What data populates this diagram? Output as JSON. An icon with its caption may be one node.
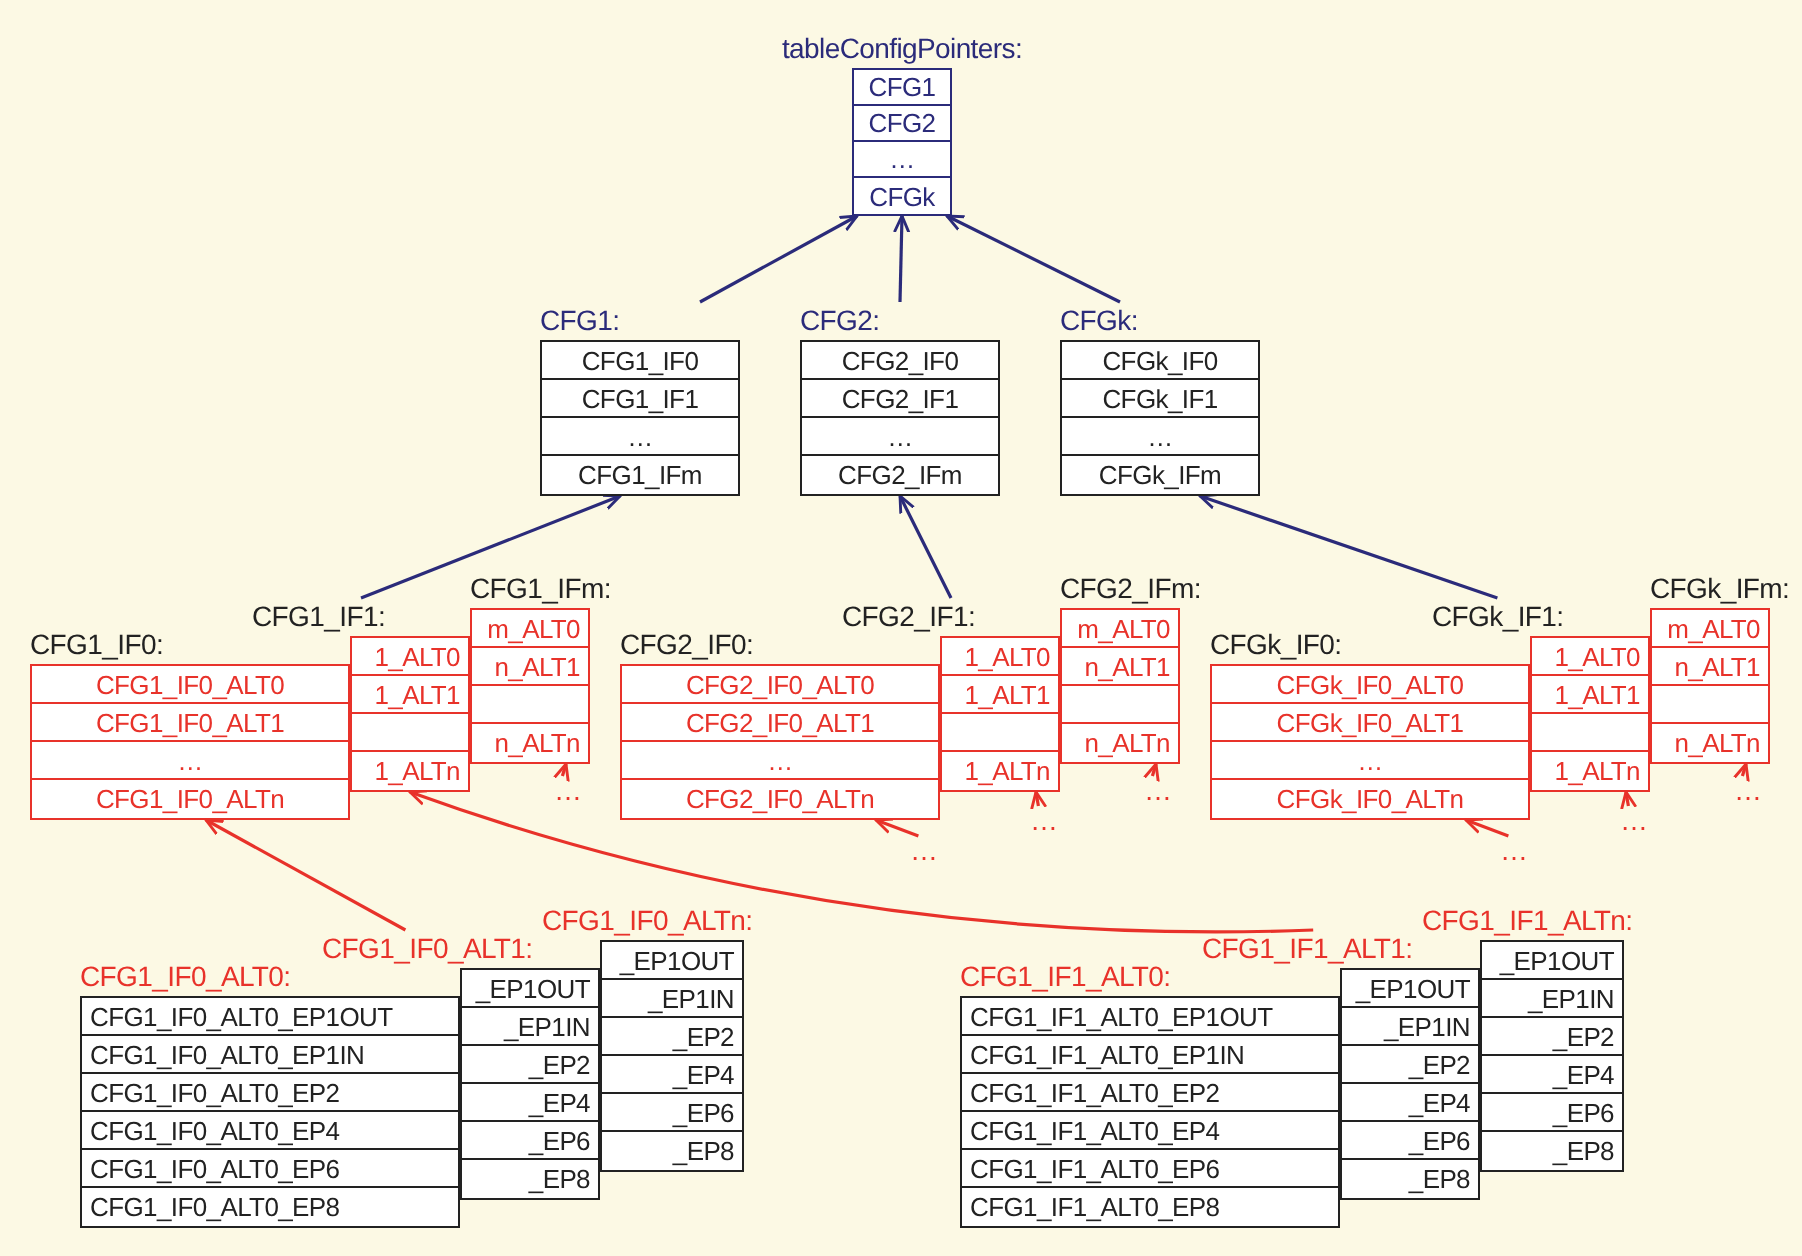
{
  "diagram": {
    "nodes": [
      {
        "text": [
          "tableConfigPointers:",
          "CFG1",
          "CFG2",
          "…",
          "CFGk"
        ]
      },
      {
        "text": [
          "CFG1:",
          "CFG1_IF0",
          "CFG1_IF1",
          "…",
          "CFG1_IFm"
        ]
      },
      {
        "text": [
          "CFG2:",
          "CFG2_IF0",
          "CFG2_IF1",
          "…",
          "CFG2_IFm"
        ]
      },
      {
        "text": [
          "CFGk:",
          "CFGk_IF0",
          "CFGk_IF1",
          "…",
          "CFGk_IFm"
        ]
      },
      {
        "text": [
          "CFG1_IFm:",
          "m_ALT0",
          "n_ALT1",
          "n_ALTn"
        ]
      },
      {
        "text": [
          "CFG1_IF1:",
          "1_ALT0",
          "1_ALT1",
          "1_ALTn"
        ]
      },
      {
        "text": [
          "CFG1_IF0:",
          "CFG1_IF0_ALT0",
          "CFG1_IF0_ALT1",
          "…",
          "CFG1_IF0_ALTn"
        ]
      },
      {
        "text": [
          "CFG2_IFm:",
          "m_ALT0",
          "n_ALT1",
          "n_ALTn"
        ]
      },
      {
        "text": [
          "CFG2_IF1:",
          "1_ALT0",
          "1_ALT1",
          "1_ALTn"
        ]
      },
      {
        "text": [
          "CFG2_IF0:",
          "CFG2_IF0_ALT0",
          "CFG2_IF0_ALT1",
          "…",
          "CFG2_IF0_ALTn"
        ]
      },
      {
        "text": [
          "CFGk_IFm:",
          "m_ALT0",
          "n_ALT1",
          "n_ALTn"
        ]
      },
      {
        "text": [
          "CFGk_IF1:",
          "1_ALT0",
          "1_ALT1",
          "1_ALTn"
        ]
      },
      {
        "text": [
          "CFGk_IF0:",
          "CFGk_IF0_ALT0",
          "CFGk_IF0_ALT1",
          "…",
          "CFGk_IF0_ALTn"
        ]
      },
      {
        "text": [
          "…"
        ]
      },
      {
        "text": [
          "…"
        ]
      },
      {
        "text": [
          "…"
        ]
      },
      {
        "text": [
          "…"
        ]
      },
      {
        "text": [
          "…"
        ]
      },
      {
        "text": [
          "…"
        ]
      },
      {
        "text": [
          "…"
        ]
      },
      {
        "text": [
          "CFG1_IF0_ALTn:",
          "_EP1OUT",
          "_EP1IN",
          "_EP2",
          "_EP4",
          "_EP6",
          "_EP8"
        ]
      },
      {
        "text": [
          "CFG1_IF0_ALT1:",
          "_EP1OUT",
          "_EP1IN",
          "_EP2",
          "_EP4",
          "_EP6",
          "_EP8"
        ]
      },
      {
        "text": [
          "CFG1_IF0_ALT0:",
          "CFG1_IF0_ALT0_EP1OUT",
          "CFG1_IF0_ALT0_EP1IN",
          "CFG1_IF0_ALT0_EP2",
          "CFG1_IF0_ALT0_EP4",
          "CFG1_IF0_ALT0_EP6",
          "CFG1_IF0_ALT0_EP8"
        ]
      },
      {
        "text": [
          "CFG1_IF1_ALTn:",
          "_EP1OUT",
          "_EP1IN",
          "_EP2",
          "_EP4",
          "_EP6",
          "_EP8"
        ]
      },
      {
        "text": [
          "CFG1_IF1_ALT1:",
          "_EP1OUT",
          "_EP1IN",
          "_EP2",
          "_EP4",
          "_EP6",
          "_EP8"
        ]
      },
      {
        "text": [
          "CFG1_IF1_ALT0:",
          "CFG1_IF1_ALT0_EP1OUT",
          "CFG1_IF1_ALT0_EP1IN",
          "CFG1_IF1_ALT0_EP2",
          "CFG1_IF1_ALT0_EP4",
          "CFG1_IF1_ALT0_EP6",
          "CFG1_IF1_ALT0_EP8"
        ]
      }
    ],
    "edges": [
      {
        "from": 1,
        "to": 0,
        "arrow": "to",
        "color": "#2b2b7a"
      },
      {
        "from": 2,
        "to": 0,
        "arrow": "to",
        "color": "#2b2b7a"
      },
      {
        "from": 3,
        "to": 0,
        "arrow": "to",
        "color": "#2b2b7a"
      },
      {
        "from": 5,
        "to": 1,
        "arrow": "to",
        "color": "#2b2b7a"
      },
      {
        "from": 8,
        "to": 2,
        "arrow": "to",
        "color": "#2b2b7a"
      },
      {
        "from": 11,
        "to": 3,
        "arrow": "to",
        "color": "#2b2b7a"
      },
      {
        "from": 21,
        "to": 6,
        "arrow": "to"
      },
      {
        "from": 24,
        "to": 5,
        "arrow": "to"
      },
      {
        "from": 13,
        "to": 4,
        "arrow": "to"
      },
      {
        "from": 14,
        "to": 9,
        "arrow": "to"
      },
      {
        "from": 15,
        "to": 8,
        "arrow": "to"
      },
      {
        "from": 16,
        "to": 7,
        "arrow": "to"
      },
      {
        "from": 17,
        "to": 12,
        "arrow": "to"
      },
      {
        "from": 18,
        "to": 11,
        "arrow": "to"
      },
      {
        "from": 19,
        "to": 10,
        "arrow": "to"
      }
    ]
  }
}
